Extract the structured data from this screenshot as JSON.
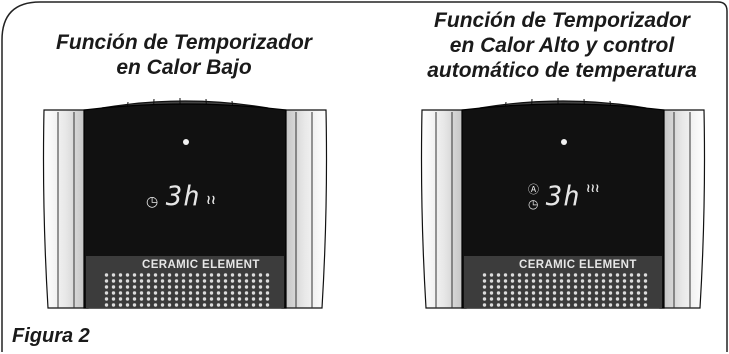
{
  "figure": {
    "caption": "Figura 2"
  },
  "left_panel": {
    "title_line1": "Función de Temporizador",
    "title_line2": "en Calor Bajo",
    "display_value": "3h",
    "icons": [
      "clock-icon",
      "low-heat-icon"
    ],
    "element_label": "CERAMIC ELEMENT"
  },
  "right_panel": {
    "title_line1": "Función de Temporizador",
    "title_line2": "en Calor Alto y control",
    "title_line3": "automático de temperatura",
    "display_value": "3h",
    "icons": [
      "auto-mode-icon",
      "clock-icon",
      "high-heat-icon"
    ],
    "element_label": "CERAMIC ELEMENT"
  },
  "colors": {
    "heater_body": "#111111",
    "side_panels": "#f2f2f2",
    "grille": "#3c3c3c",
    "display_text": "#e6e6e6"
  }
}
